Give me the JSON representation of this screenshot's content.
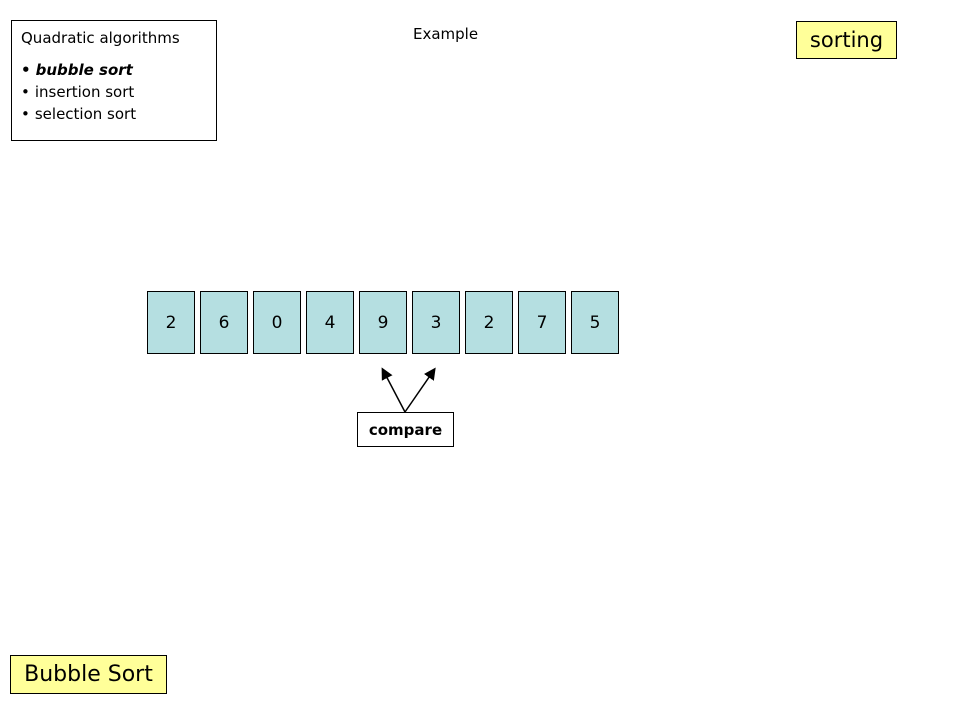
{
  "algorithms_box": {
    "title": "Quadratic algorithms",
    "items": [
      {
        "label": "bubble sort",
        "active": true
      },
      {
        "label": "insertion sort",
        "active": false
      },
      {
        "label": "selection sort",
        "active": false
      }
    ]
  },
  "example_label": "Example",
  "topic_tag": "sorting",
  "array": {
    "values": [
      "2",
      "6",
      "0",
      "4",
      "9",
      "3",
      "2",
      "7",
      "5"
    ],
    "compared_indices": [
      4,
      5
    ],
    "cell_color": "#b5dfe1"
  },
  "compare_label": "compare",
  "slide_title": "Bubble Sort",
  "highlight_color": "#ffff99"
}
